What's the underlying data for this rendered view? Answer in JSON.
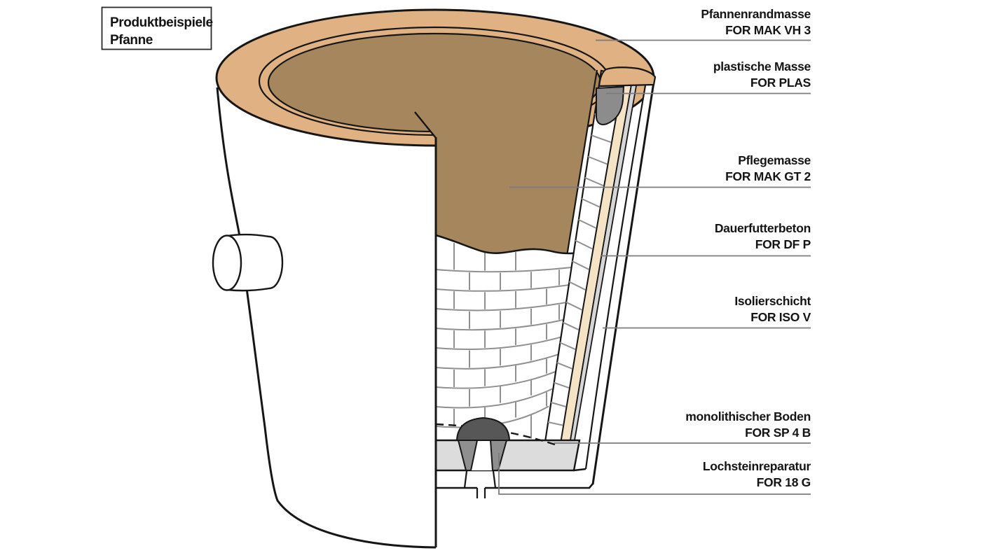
{
  "legend": {
    "line1": "Produktbeispiele",
    "line2": "Pfanne"
  },
  "labels": [
    {
      "name": "Pfannenrandmasse",
      "product": "FOR MAK VH 3"
    },
    {
      "name": "plastische Masse",
      "product": "FOR PLAS"
    },
    {
      "name": "Pflegemasse",
      "product": "FOR MAK GT 2"
    },
    {
      "name": "Dauerfutterbeton",
      "product": "FOR DF P"
    },
    {
      "name": "Isolierschicht",
      "product": "FOR ISO V"
    },
    {
      "name": "monolithischer Boden",
      "product": "FOR SP 4 B"
    },
    {
      "name": "Lochsteinreparatur",
      "product": "FOR 18 G"
    }
  ],
  "colors": {
    "rim_tan": "#DFB183",
    "wear_coat_brown": "#A6875D",
    "permanent_lining_cream": "#F5E3C6",
    "insulation_gray": "#D6D6D6",
    "plastic_mass_gray": "#8C8C8C",
    "bottom_slab_gray": "#DCDCDC",
    "purge_block_gray": "#8F8F8F",
    "repair_dome_gray": "#575757",
    "brick_joint_gray": "#909090",
    "outline": "#161616",
    "leader_line": "#7B7B7B"
  }
}
